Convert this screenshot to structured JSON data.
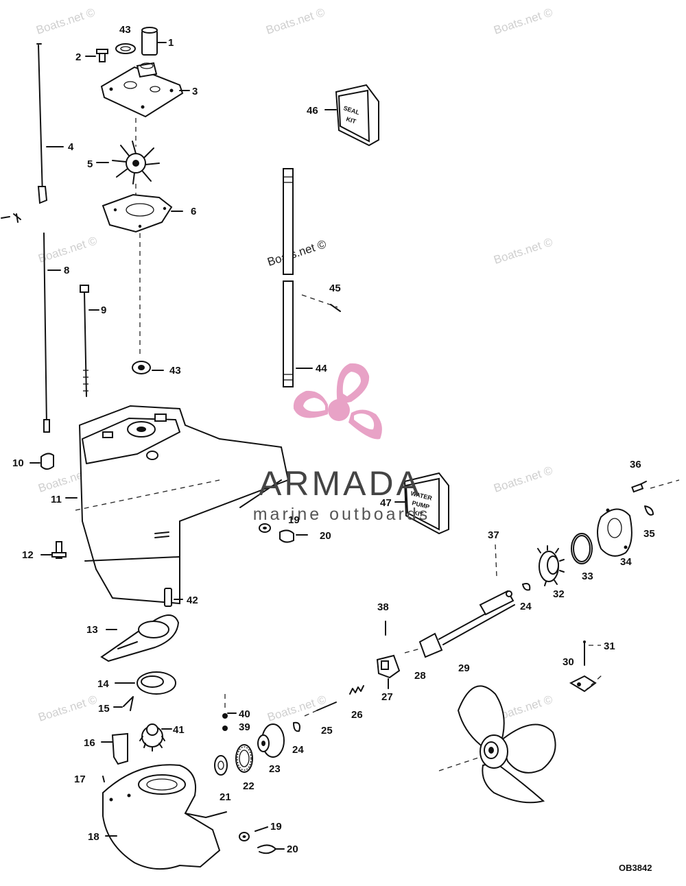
{
  "watermark": {
    "text": "Boats.net ©"
  },
  "brand": {
    "name": "ARMADA",
    "tagline": "marine outboards",
    "accent_color": "#e8a2c6"
  },
  "kits": {
    "seal_line1": "SEAL",
    "seal_line2": "KIT",
    "pump_line1": "WATER",
    "pump_line2": "PUMP",
    "pump_line3": "KIT"
  },
  "figure_id": "OB3842",
  "callouts": [
    "1",
    "2",
    "3",
    "4",
    "5",
    "6",
    "8",
    "9",
    "10",
    "11",
    "12",
    "13",
    "14",
    "15",
    "16",
    "17",
    "18",
    "19",
    "19",
    "20",
    "20",
    "21",
    "22",
    "23",
    "24",
    "24",
    "25",
    "26",
    "27",
    "28",
    "29",
    "30",
    "31",
    "32",
    "33",
    "34",
    "35",
    "36",
    "37",
    "38",
    "39",
    "40",
    "41",
    "42",
    "43",
    "43",
    "44",
    "45",
    "46",
    "47"
  ]
}
